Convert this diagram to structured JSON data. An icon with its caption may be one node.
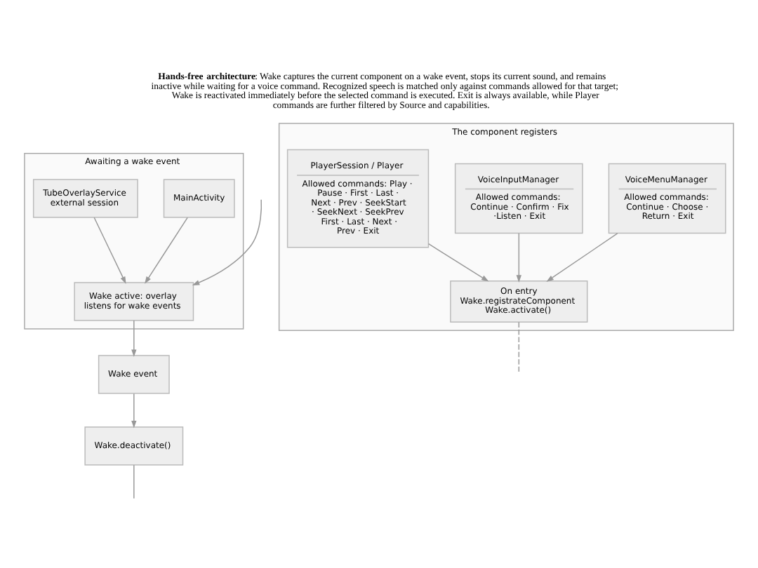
{
  "diagram": {
    "title": "**Hands-free architecture**: Wake captures the current component on a wake event, stops its current sound, and remains inactive while waiting for a voice command. Recognized speech is matched only against commands allowed for that target; Wake is reactivated immediately before the selected command is executed. Exit is always available, while Player commands are further filtered by Source and capabilities.",
    "nodes": [
      {
        "text": [
          "Awaiting a wake event"
        ]
      },
      {
        "text": [
          "MainActivity"
        ],
        "in": 0
      },
      {
        "text": [
          "TubeOverlayService",
          "external session"
        ],
        "in": 0
      },
      {
        "text": [
          "Wake active: overlay listens for wake events"
        ],
        "in": 0
      },
      {
        "text": [
          "The component registers"
        ]
      },
      {
        "text": [
          "VoiceMenuManager",
          "Allowed commands: Continue · Choose · Return · Exit"
        ],
        "in": 4
      },
      {
        "text": [
          "VoiceInputManager",
          "Allowed commands: Continue · Confirm · Fix ·Listen · Exit"
        ],
        "in": 4
      },
      {
        "text": [
          "PlayerSession / Player",
          "Allowed commands: Play · Pause · First · Last · Next · Prev · SeekStart · SeekNext · SeekPrev First · Last · Next · Prev · Exit"
        ],
        "in": 4
      },
      {
        "text": [
          "On entry Wake.registrateComponent Wake.activate()"
        ],
        "in": 4
      },
      {
        "text": [
          "Wake event"
        ]
      },
      {
        "text": [
          "Wake.deactivate()"
        ]
      }
    ],
    "edges": [
      {
        "from": 1,
        "to": 3,
        "arrow": "to"
      },
      {
        "from": 2,
        "to": 3,
        "arrow": "to"
      },
      {
        "from": 3,
        "to": 9,
        "arrow": "to"
      },
      {
        "from": 9,
        "to": 10,
        "arrow": "to"
      },
      {
        "from": 10,
        "to": null,
        "arrow": "none"
      },
      {
        "from": 5,
        "to": 8,
        "arrow": "to"
      },
      {
        "from": 6,
        "to": 8,
        "arrow": "to"
      },
      {
        "from": 7,
        "to": 8,
        "arrow": "to"
      },
      {
        "from": 8,
        "to": null,
        "arrow": "none",
        "style": "dashed"
      },
      {
        "from": null,
        "to": 3,
        "arrow": "to"
      }
    ]
  }
}
